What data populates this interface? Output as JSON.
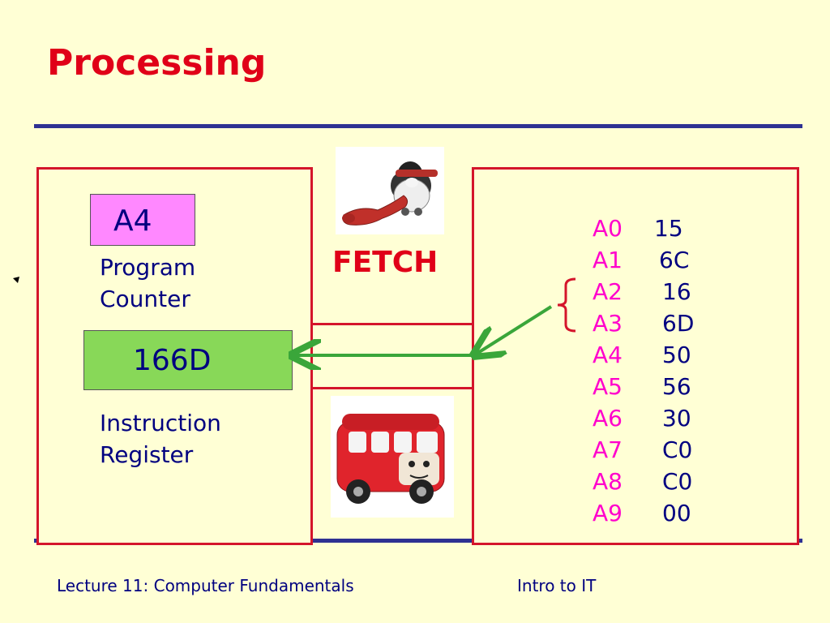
{
  "slide": {
    "title": "Processing",
    "fetch_label": "FETCH",
    "program_counter": {
      "value": "A4",
      "label_line1": "Program",
      "label_line2": "Counter"
    },
    "instruction_register": {
      "value": "166D",
      "label_line1": "Instruction",
      "label_line2": "Register"
    },
    "memory": [
      {
        "address": "A0",
        "value": "15"
      },
      {
        "address": "A1",
        "value": "6C"
      },
      {
        "address": "A2",
        "value": "16"
      },
      {
        "address": "A3",
        "value": "6D"
      },
      {
        "address": "A4",
        "value": "50"
      },
      {
        "address": "A5",
        "value": "56"
      },
      {
        "address": "A6",
        "value": "30"
      },
      {
        "address": "A7",
        "value": "C0"
      },
      {
        "address": "A8",
        "value": "C0"
      },
      {
        "address": "A9",
        "value": "00"
      }
    ],
    "highlighted_addresses": [
      "A2",
      "A3"
    ],
    "images": [
      "dog-with-bone-icon",
      "red-bus-toy-icon"
    ]
  },
  "footer": {
    "left": "Lecture 11: Computer Fundamentals",
    "right": "Intro to IT"
  },
  "colors": {
    "background": "#ffffd5",
    "title": "#e00018",
    "rule": "#2e3192",
    "panel_border": "#d4152b",
    "text": "#000080",
    "address": "#ff00cc",
    "program_counter_fill": "#ff88ff",
    "instruction_register_fill": "#88d858",
    "arrow": "#3aa63a"
  }
}
